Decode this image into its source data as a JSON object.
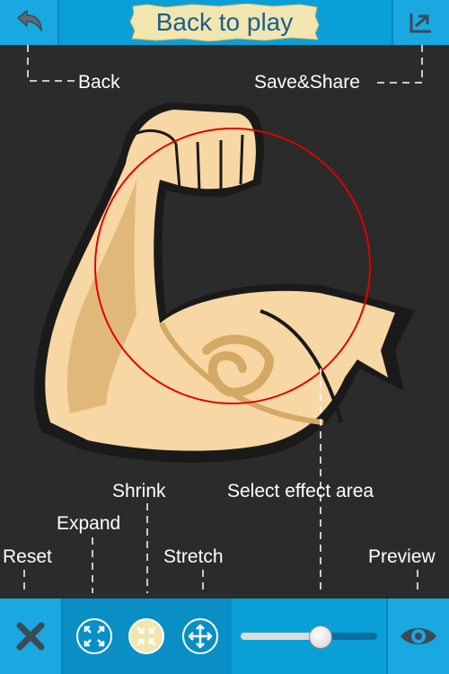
{
  "header": {
    "title": "Back to play",
    "back_icon": "undo-arrow-icon",
    "save_icon": "save-share-icon"
  },
  "hints": {
    "back": "Back",
    "save_share": "Save&Share",
    "shrink": "Shrink",
    "select_effect_area": "Select effect area",
    "expand": "Expand",
    "reset": "Reset",
    "stretch": "Stretch",
    "preview": "Preview"
  },
  "toolbar": {
    "reset_icon": "close-x-icon",
    "expand_icon": "expand-arrows-icon",
    "shrink_icon": "shrink-arrows-icon",
    "stretch_icon": "move-arrows-icon",
    "preview_icon": "eye-icon",
    "selected_tool": "shrink",
    "effect_strength": 0.58
  },
  "colors": {
    "bar_blue": "#0b9fd8",
    "selection_ring": "#e00000",
    "skin": "#f7d7a3",
    "canvas_bg": "#2b2b2b"
  }
}
